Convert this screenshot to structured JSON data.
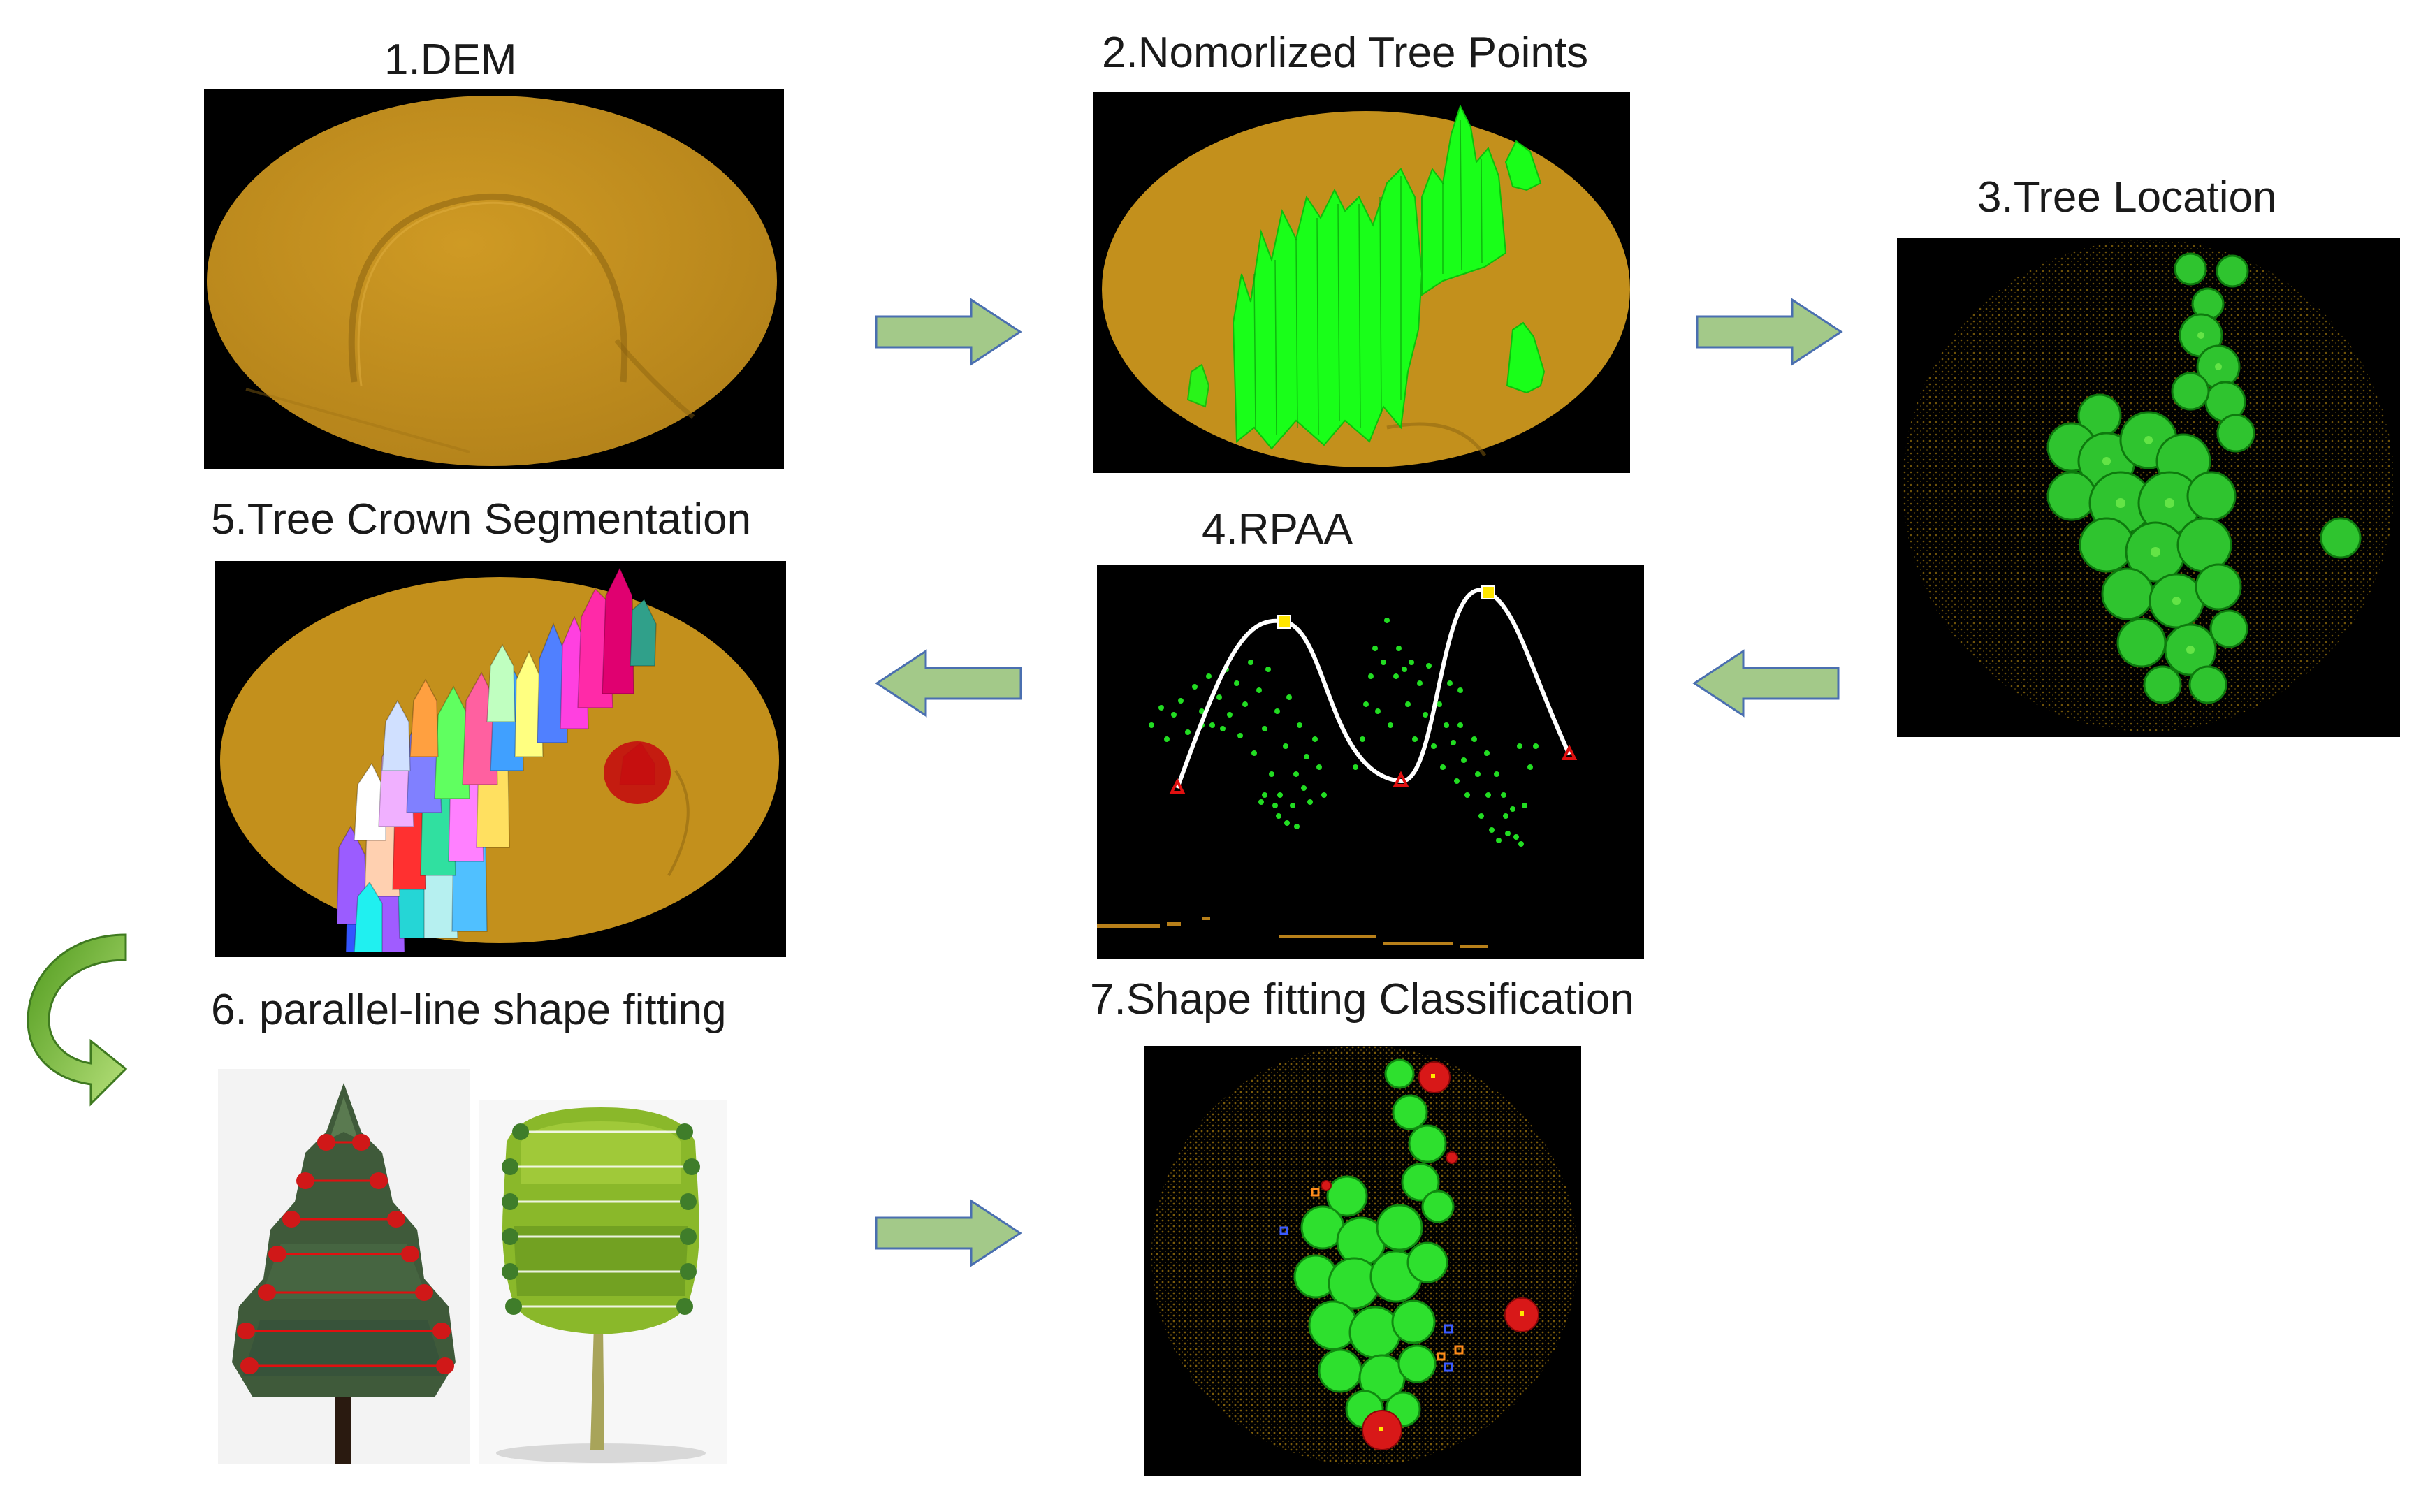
{
  "steps": {
    "dem": "1.DEM",
    "normalized": "2.Nomorlized Tree Points",
    "location": "3.Tree Location",
    "rpaa": "4.RPAA",
    "segmentation": "5.Tree Crown Segmentation",
    "fitting": "6. parallel-line shape fitting",
    "classification": "7.Shape fitting Classification"
  },
  "colors": {
    "terrain": "#c3901c",
    "tree_points": "#19ff19",
    "arrow_fill": "#a3c989",
    "arrow_stroke": "#4a6fb0",
    "curve_arrow": "#79b33c",
    "marker_red": "#e01010",
    "marker_yellow": "#ffe600",
    "ground_points": "#b8801a"
  },
  "icons": [
    "right-arrow-icon",
    "left-arrow-icon",
    "curved-arrow-icon"
  ]
}
